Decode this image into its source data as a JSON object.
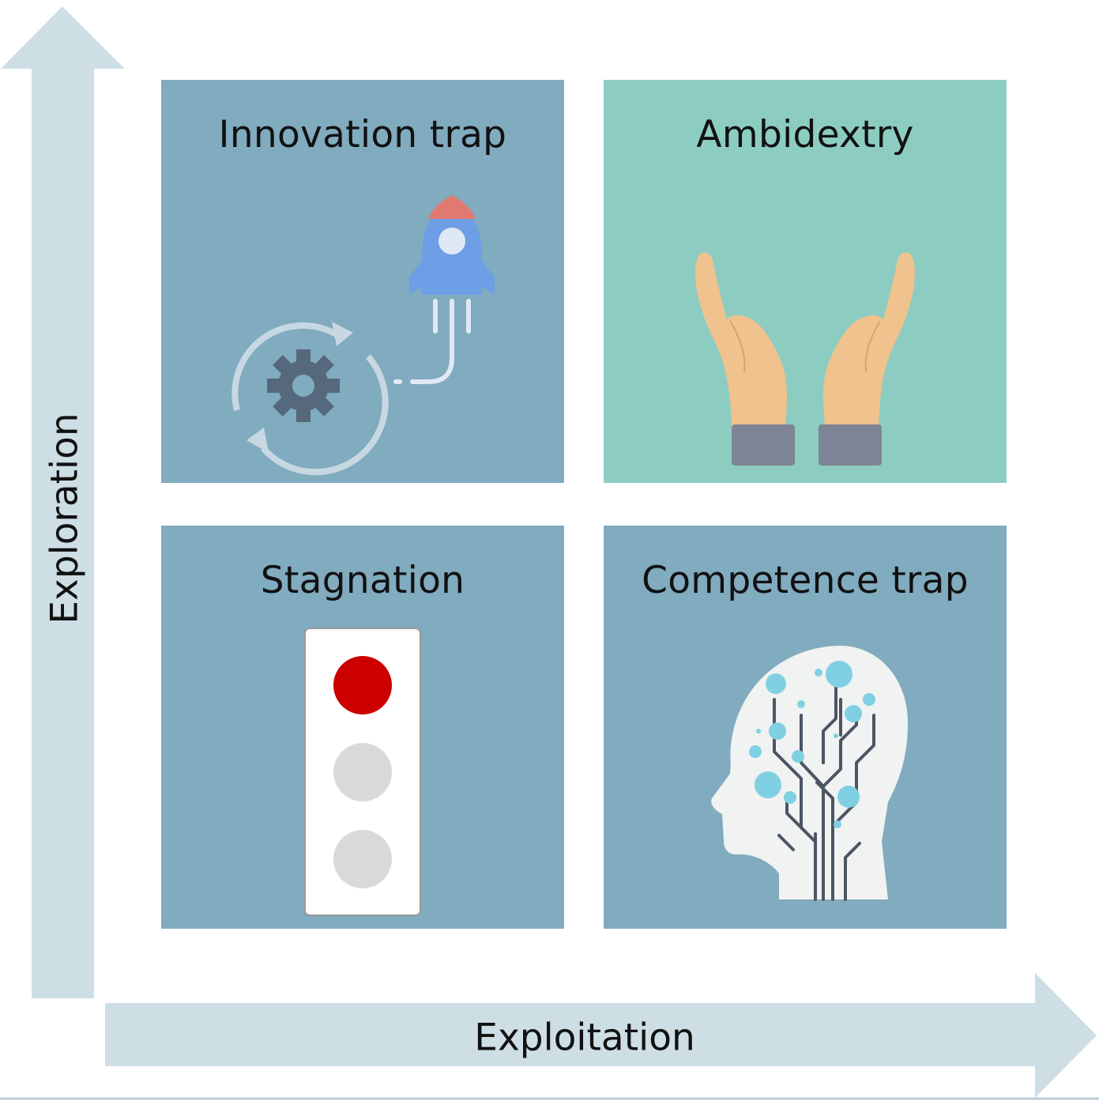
{
  "axes": {
    "y_label": "Exploration",
    "x_label": "Exploitation",
    "arrow_color": "#cddee5"
  },
  "quadrants": {
    "top_left": {
      "title": "Innovation trap",
      "icon": "rocket-gear-icon",
      "color": "#81abbf"
    },
    "top_right": {
      "title": "Ambidextry",
      "icon": "open-hands-icon",
      "color": "#8dcdc1"
    },
    "bottom_left": {
      "title": "Stagnation",
      "icon": "traffic-light-icon",
      "color": "#81abbf",
      "active_light": "red"
    },
    "bottom_right": {
      "title": "Competence trap",
      "icon": "ai-head-icon",
      "color": "#81abbf"
    }
  }
}
